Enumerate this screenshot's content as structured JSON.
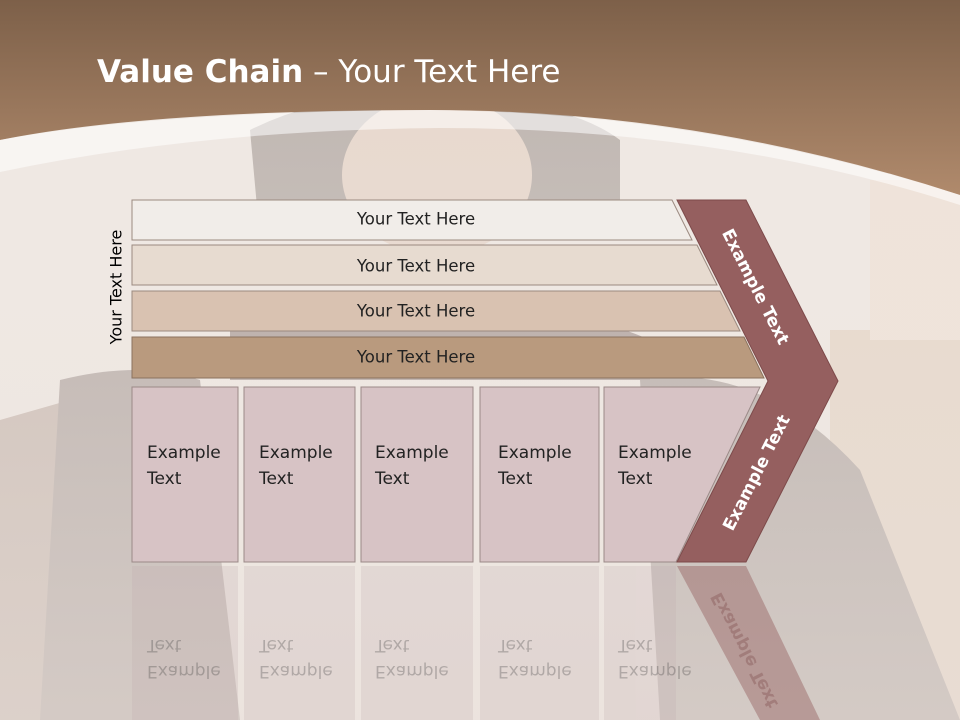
{
  "title": {
    "bold": "Value Chain",
    "rest": " – Your Text Here"
  },
  "side_label": "Your Text Here",
  "rows": [
    "Your Text Here",
    "Your Text Here",
    "Your Text Here",
    "Your Text Here"
  ],
  "boxes": [
    {
      "line1": "Example",
      "line2": "Text"
    },
    {
      "line1": "Example",
      "line2": "Text"
    },
    {
      "line1": "Example",
      "line2": "Text"
    },
    {
      "line1": "Example",
      "line2": "Text"
    },
    {
      "line1": "Example",
      "line2": "Text"
    }
  ],
  "chevron": {
    "top": "Example Text",
    "bottom": "Example Text"
  },
  "colors": {
    "header": "#9a7559",
    "chevron": "#955f5f",
    "box": "#d7c3c5",
    "row1": "#f1ede9",
    "row2": "#e7dbd0",
    "row3": "#d9c2b1",
    "row4": "#b99a7e"
  }
}
